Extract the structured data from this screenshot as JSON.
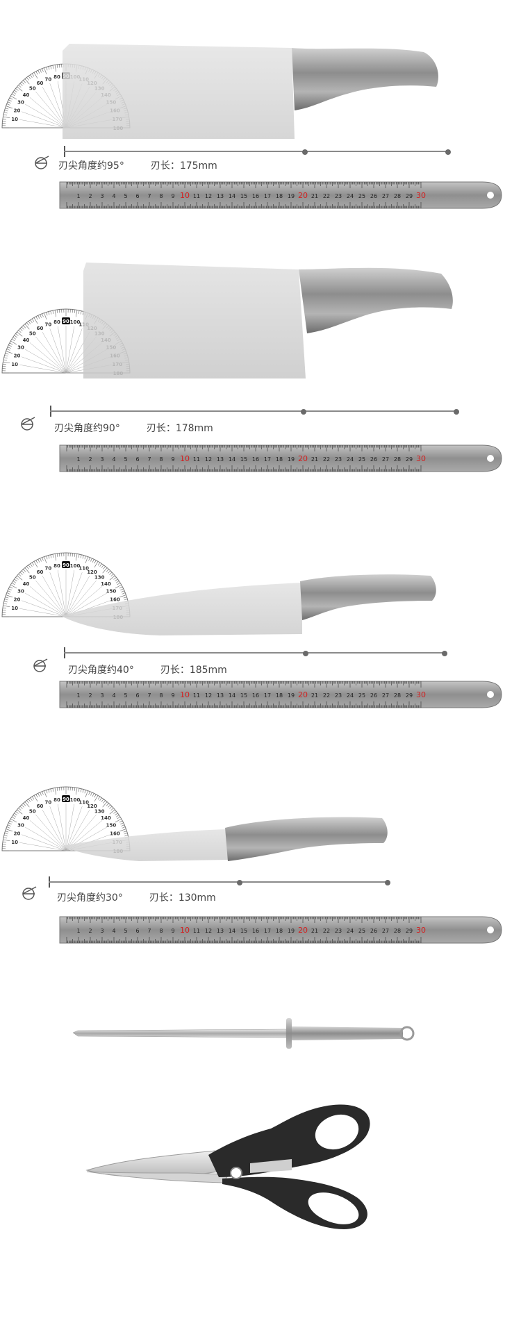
{
  "sections": [
    {
      "angle_label": "刃尖角度约95°",
      "length_label": "刃长：175mm"
    },
    {
      "angle_label": "刃尖角度约90°",
      "length_label": "刃长：178mm"
    },
    {
      "angle_label": "刃尖角度约40°",
      "length_label": "刃长：185mm"
    },
    {
      "angle_label": "刃尖角度约30°",
      "length_label": "刃长：130mm"
    }
  ],
  "protractor": {
    "marks": [
      "10",
      "20",
      "30",
      "40",
      "50",
      "60",
      "70",
      "80",
      "90",
      "100",
      "110",
      "120",
      "130",
      "140",
      "150",
      "160",
      "170",
      "180"
    ]
  },
  "ruler": {
    "numbers": [
      "1",
      "2",
      "3",
      "4",
      "5",
      "6",
      "7",
      "8",
      "9",
      "10",
      "11",
      "12",
      "13",
      "14",
      "15",
      "16",
      "17",
      "18",
      "19",
      "20",
      "21",
      "22",
      "23",
      "24",
      "25",
      "26",
      "27",
      "28",
      "29",
      "30"
    ],
    "highlight_color": "#d42020"
  },
  "icons": [
    "angle-icon",
    "sharpening-rod",
    "kitchen-scissors"
  ]
}
